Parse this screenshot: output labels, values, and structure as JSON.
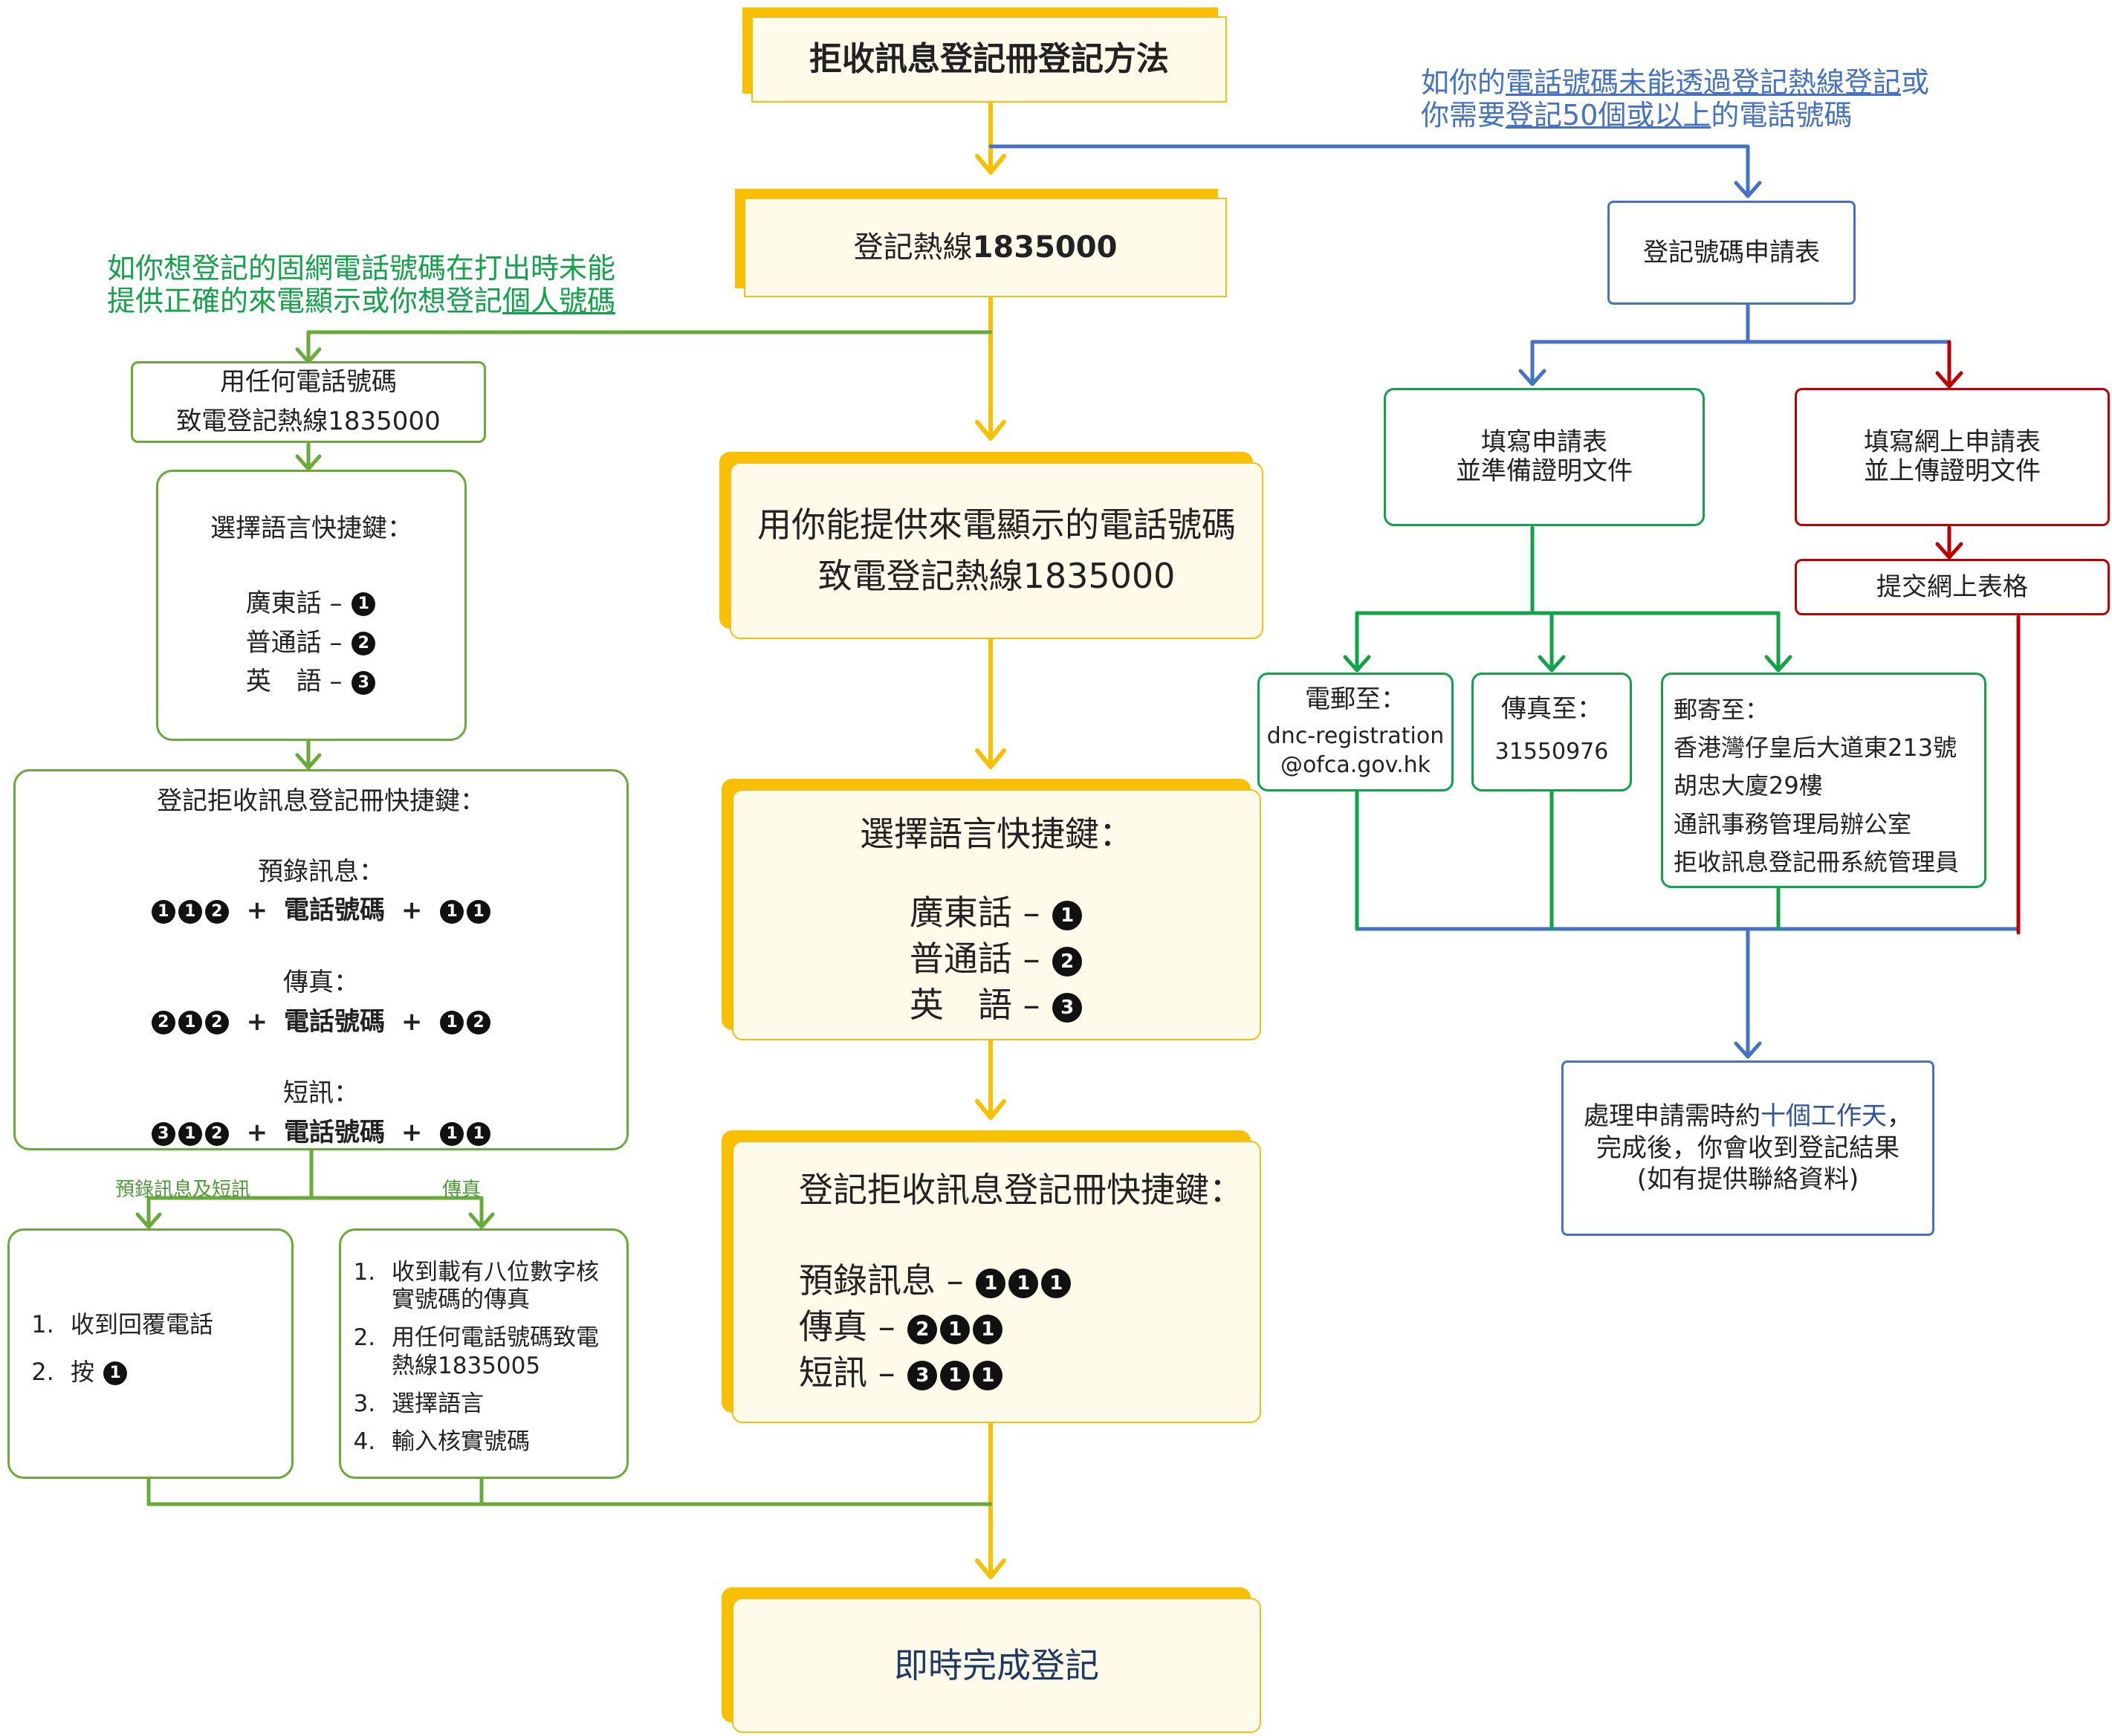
{
  "title": "拒收訊息登記冊登記方法",
  "hotline": {
    "label": "登記熱線",
    "number": "1835000"
  },
  "blue_note": {
    "line1": [
      "如你的",
      "電話號碼未能透過",
      "登記熱線登記",
      "或"
    ],
    "line2": [
      "你需要",
      "登記50個或以上",
      "的電話號碼"
    ]
  },
  "green_note": {
    "line1": "如你想登記的固網電話號碼在打出時未能",
    "line2_plain": "提供正確的來電顯示或你想登記",
    "line2_u": "個人號碼"
  },
  "left": {
    "call_any": {
      "line1": "用任何電話號碼",
      "line2": "致電登記熱線1835000"
    },
    "lang": {
      "title": "選擇語言快捷鍵：",
      "items": [
        {
          "label": "廣東話 – ",
          "num": "1"
        },
        {
          "label": "普通話 – ",
          "num": "2"
        },
        {
          "label": "英　語 – ",
          "num": "3"
        }
      ]
    },
    "register": {
      "title": "登記拒收訊息登記冊快捷鍵：",
      "sections": [
        {
          "label": "預錄訊息：",
          "prefix": [
            "1",
            "1",
            "2"
          ],
          "mid": "電話號碼",
          "suffix": [
            "1",
            "1"
          ]
        },
        {
          "label": "傳真：",
          "prefix": [
            "2",
            "1",
            "2"
          ],
          "mid": "電話號碼",
          "suffix": [
            "1",
            "2"
          ]
        },
        {
          "label": "短訊：",
          "prefix": [
            "3",
            "1",
            "2"
          ],
          "mid": "電話號碼",
          "suffix": [
            "1",
            "1"
          ]
        }
      ],
      "plus": "+"
    },
    "branch_labels": {
      "left": "預錄訊息及短訊",
      "right": "傳真"
    },
    "reply": {
      "items": [
        "收到回覆電話",
        "按"
      ],
      "press_num": "1"
    },
    "fax_steps": {
      "items": [
        "收到載有八位數字核實號碼的傳真",
        "用任何電話號碼致電熱線1835005",
        "選擇語言",
        "輸入核實號碼"
      ]
    }
  },
  "middle": {
    "call_caller_id": {
      "line1": "用你能提供來電顯示的電話號碼",
      "line2": "致電登記熱線1835000"
    },
    "lang": {
      "title": "選擇語言快捷鍵：",
      "items": [
        {
          "label": "廣東話 – ",
          "nums": [
            "1"
          ]
        },
        {
          "label": "普通話 – ",
          "nums": [
            "2"
          ]
        },
        {
          "label": "英　語 – ",
          "nums": [
            "3"
          ]
        }
      ]
    },
    "register": {
      "title": "登記拒收訊息登記冊快捷鍵：",
      "items": [
        {
          "label": "預錄訊息 – ",
          "nums": [
            "1",
            "1",
            "1"
          ]
        },
        {
          "label": "傳真 – ",
          "nums": [
            "2",
            "1",
            "1"
          ]
        },
        {
          "label": "短訊 – ",
          "nums": [
            "3",
            "1",
            "1"
          ]
        }
      ]
    },
    "done": {
      "part1": "即時",
      "part2": "完成登記"
    }
  },
  "right": {
    "form": "登記號碼申請表",
    "fill_paper": {
      "line1": "填寫申請表",
      "line2": "並準備證明文件"
    },
    "fill_online": {
      "line1": "填寫網上申請表",
      "line2": "並上傳證明文件"
    },
    "submit_online": "提交網上表格",
    "email": {
      "title": "電郵至：",
      "line1": "dnc-registration",
      "line2": "@ofca.gov.hk"
    },
    "fax": {
      "title": "傳真至：",
      "number": "31550976"
    },
    "mail": {
      "title": "郵寄至：",
      "lines": [
        "香港灣仔皇后大道東213號",
        "胡忠大廈29樓",
        "通訊事務管理局辦公室",
        "拒收訊息登記冊系統管理員"
      ]
    },
    "processing": {
      "line1a": "處理申請需時約",
      "line1b": "十個工作天",
      "line1c": "，",
      "line2": "完成後，你會收到登記結果",
      "line3": "(如有提供聯絡資料)"
    }
  },
  "colors": {
    "yellow": "#f8c000",
    "green": "#4e9a35",
    "green2": "#12a24a",
    "blue": "#4472c4",
    "red": "#c00000"
  }
}
